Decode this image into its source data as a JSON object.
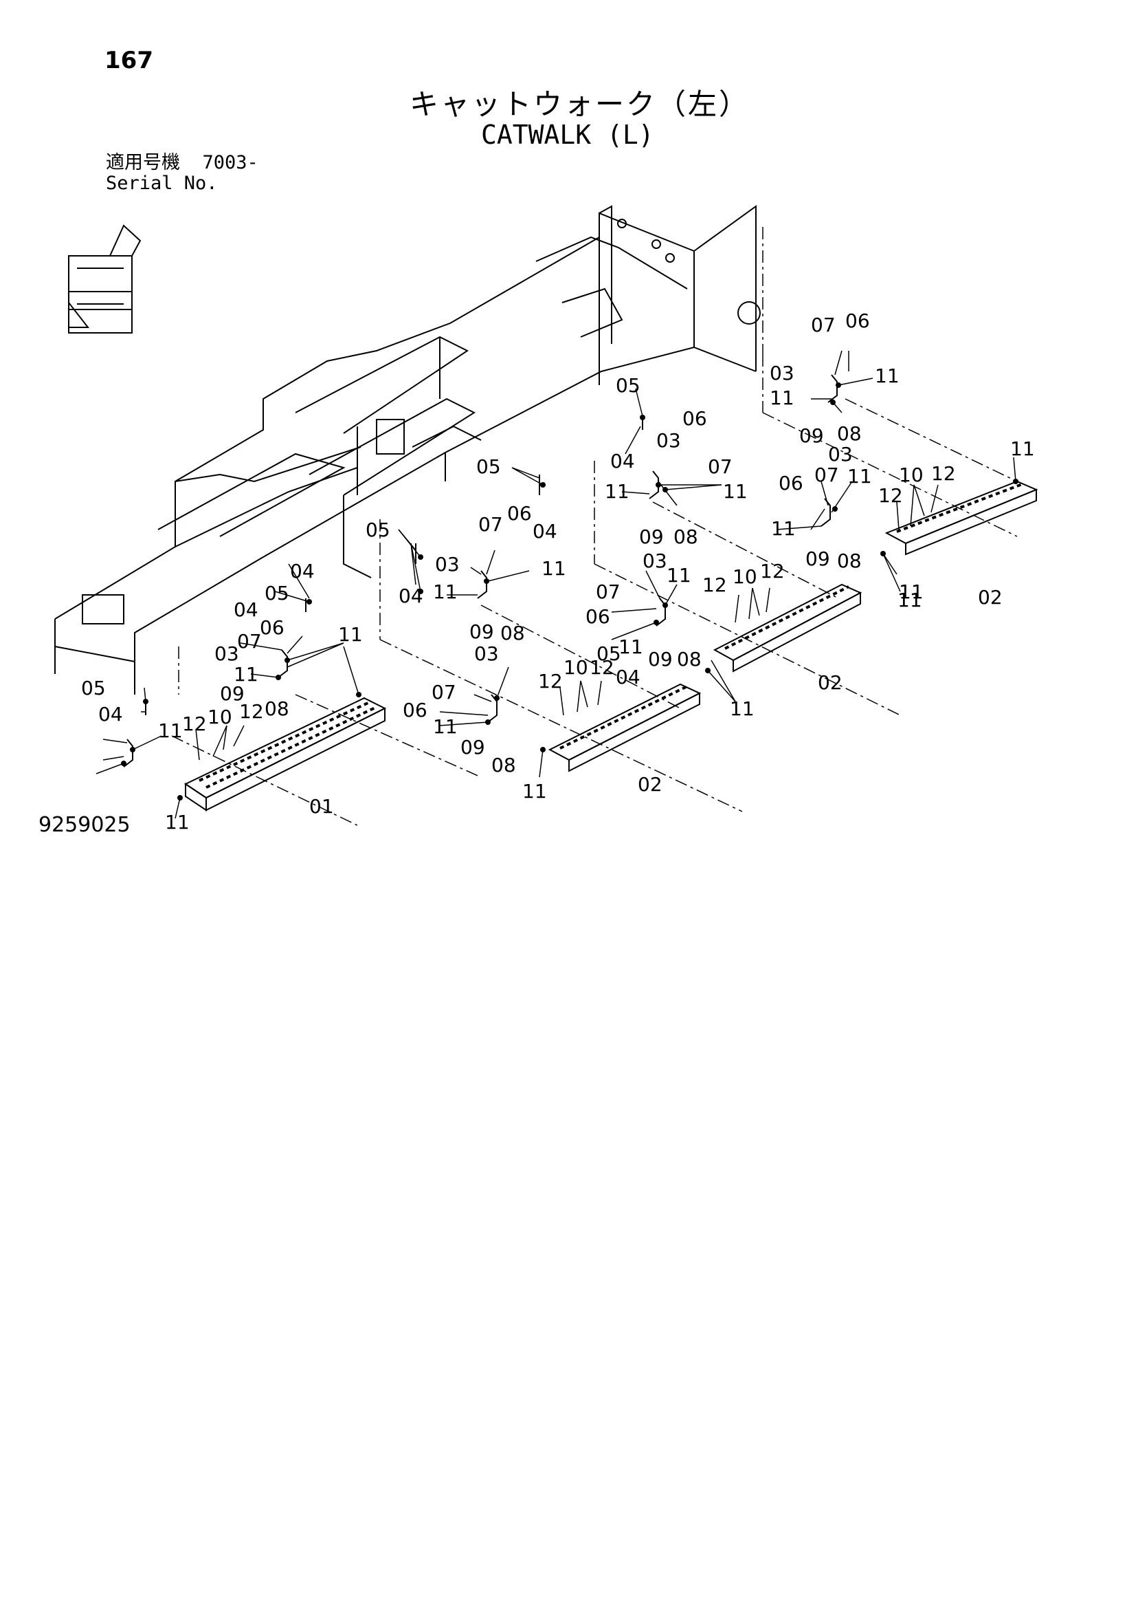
{
  "page_number": "167",
  "title_jp": "キャットウォーク（左）",
  "title_en": "CATWALK (L)",
  "serial": {
    "label_jp": "適用号機",
    "value": "7003-",
    "label_en": "Serial No."
  },
  "drawing_number": "9259025",
  "callouts": [
    {
      "n": "05",
      "id": "c1"
    },
    {
      "n": "04",
      "id": "c2"
    },
    {
      "n": "05",
      "id": "c3"
    },
    {
      "n": "04",
      "id": "c4"
    },
    {
      "n": "05",
      "id": "c5"
    },
    {
      "n": "04",
      "id": "c6"
    },
    {
      "n": "05",
      "id": "c7"
    },
    {
      "n": "04",
      "id": "c8"
    },
    {
      "n": "04",
      "id": "c9"
    },
    {
      "n": "05",
      "id": "c10"
    },
    {
      "n": "04",
      "id": "c11"
    },
    {
      "n": "05",
      "id": "c12"
    },
    {
      "n": "04",
      "id": "c13"
    },
    {
      "n": "07",
      "id": "c14"
    },
    {
      "n": "06",
      "id": "c15"
    },
    {
      "n": "03",
      "id": "c16"
    },
    {
      "n": "11",
      "id": "c17"
    },
    {
      "n": "11",
      "id": "c18"
    },
    {
      "n": "09",
      "id": "c19"
    },
    {
      "n": "08",
      "id": "c20"
    },
    {
      "n": "03",
      "id": "c21"
    },
    {
      "n": "06",
      "id": "c22"
    },
    {
      "n": "07",
      "id": "c23"
    },
    {
      "n": "11",
      "id": "c24"
    },
    {
      "n": "11",
      "id": "c25"
    },
    {
      "n": "09",
      "id": "c26"
    },
    {
      "n": "08",
      "id": "c27"
    },
    {
      "n": "07",
      "id": "c28"
    },
    {
      "n": "06",
      "id": "c29"
    },
    {
      "n": "03",
      "id": "c30"
    },
    {
      "n": "11",
      "id": "c31"
    },
    {
      "n": "11",
      "id": "c32"
    },
    {
      "n": "09",
      "id": "c33"
    },
    {
      "n": "08",
      "id": "c34"
    },
    {
      "n": "03",
      "id": "c35"
    },
    {
      "n": "06",
      "id": "c36"
    },
    {
      "n": "07",
      "id": "c37"
    },
    {
      "n": "11",
      "id": "c38"
    },
    {
      "n": "11",
      "id": "c39"
    },
    {
      "n": "09",
      "id": "c40"
    },
    {
      "n": "08",
      "id": "c41"
    },
    {
      "n": "03",
      "id": "c42"
    },
    {
      "n": "07",
      "id": "c43"
    },
    {
      "n": "06",
      "id": "c44"
    },
    {
      "n": "11",
      "id": "c45"
    },
    {
      "n": "11",
      "id": "c46"
    },
    {
      "n": "09",
      "id": "c47"
    },
    {
      "n": "08",
      "id": "c48"
    },
    {
      "n": "07",
      "id": "c49"
    },
    {
      "n": "06",
      "id": "c50"
    },
    {
      "n": "03",
      "id": "c51"
    },
    {
      "n": "11",
      "id": "c52"
    },
    {
      "n": "11",
      "id": "c53"
    },
    {
      "n": "09",
      "id": "c54"
    },
    {
      "n": "08",
      "id": "c55"
    },
    {
      "n": "07",
      "id": "c56"
    },
    {
      "n": "06",
      "id": "c57"
    },
    {
      "n": "11",
      "id": "c58"
    },
    {
      "n": "03",
      "id": "c59"
    },
    {
      "n": "09",
      "id": "c60"
    },
    {
      "n": "08",
      "id": "c61"
    },
    {
      "n": "12",
      "id": "c62"
    },
    {
      "n": "10",
      "id": "c63"
    },
    {
      "n": "12",
      "id": "c64"
    },
    {
      "n": "11",
      "id": "c65"
    },
    {
      "n": "01",
      "id": "c66"
    },
    {
      "n": "12",
      "id": "c67"
    },
    {
      "n": "10",
      "id": "c68"
    },
    {
      "n": "12",
      "id": "c69"
    },
    {
      "n": "11",
      "id": "c70"
    },
    {
      "n": "02",
      "id": "c71"
    },
    {
      "n": "12",
      "id": "c72"
    },
    {
      "n": "10",
      "id": "c73"
    },
    {
      "n": "12",
      "id": "c74"
    },
    {
      "n": "11",
      "id": "c75"
    },
    {
      "n": "02",
      "id": "c76"
    },
    {
      "n": "12",
      "id": "c77"
    },
    {
      "n": "10",
      "id": "c78"
    },
    {
      "n": "12",
      "id": "c79"
    },
    {
      "n": "11",
      "id": "c80"
    },
    {
      "n": "11",
      "id": "c81"
    },
    {
      "n": "02",
      "id": "c82"
    },
    {
      "n": "11",
      "id": "c83"
    },
    {
      "n": "11",
      "id": "c84"
    }
  ]
}
